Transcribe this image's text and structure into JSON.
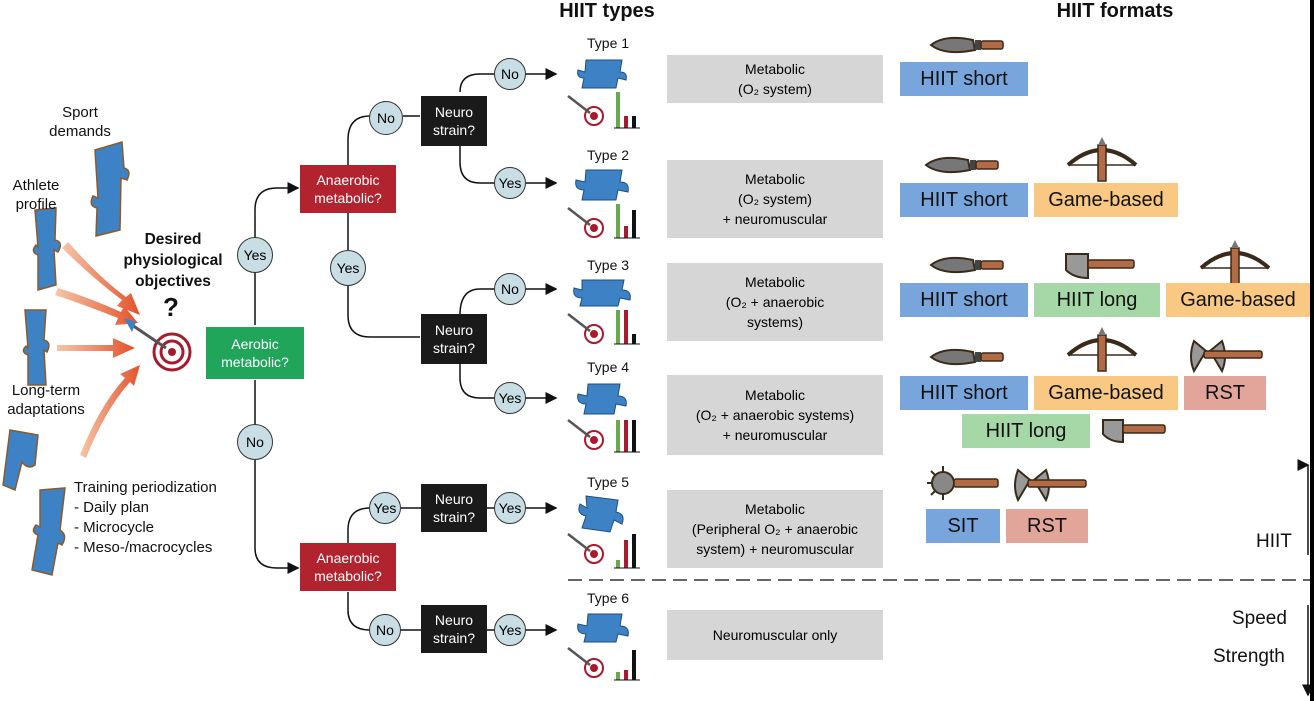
{
  "headers": {
    "hiit_types": "HIIT types",
    "hiit_formats": "HIIT formats"
  },
  "left": {
    "sport_demands": "Sport\ndemands",
    "athlete_profile": "Athlete\nprofile",
    "long_term": "Long-term\nadaptations",
    "objectives": "Desired\nphysiological\nobjectives",
    "question_mark": "?",
    "periodization": [
      "Training periodization",
      "- Daily plan",
      "- Microcycle",
      "- Meso-/macrocycles"
    ]
  },
  "decision": {
    "aerobic": "Aerobic\nmetabolic?",
    "anaerobic_top": "Anaerobic\nmetabolic?",
    "anaerobic_bottom": "Anaerobic\nmetabolic?",
    "neuro_strain": "Neuro\nstrain?",
    "yes": "Yes",
    "no": "No"
  },
  "types": [
    {
      "label": "Type 1",
      "description": "Metabolic\n(O₂ system)"
    },
    {
      "label": "Type 2",
      "description": "Metabolic\n(O₂ system)\n+ neuromuscular"
    },
    {
      "label": "Type 3",
      "description": "Metabolic\n(O₂ + anaerobic\nsystems)"
    },
    {
      "label": "Type 4",
      "description": "Metabolic\n(O₂ + anaerobic systems)\n+ neuromuscular"
    },
    {
      "label": "Type 5",
      "description": "Metabolic\n(Peripheral O₂ + anaerobic\nsystem) + neuromuscular"
    },
    {
      "label": "Type 6",
      "description": "Neuromuscular only"
    }
  ],
  "formats": {
    "hiit_short": "HIIT short",
    "hiit_long": "HIIT long",
    "game_based": "Game-based",
    "rst": "RST",
    "sit": "SIT"
  },
  "axis": {
    "hiit": "HIIT",
    "speed": "Speed",
    "strength": "Strength"
  },
  "colors": {
    "red": "#b0232f",
    "green": "#20a55a",
    "black": "#1a1a1a",
    "circle": "#c8dde4",
    "gray_box": "#d6d6d6",
    "blue": "#78a6dc",
    "orange": "#f9c983",
    "light_green": "#a5d8a6",
    "pink": "#e2a59a",
    "puzzle": "#3e82c6",
    "bar_green": "#6aa84f",
    "bar_red": "#a61c2e",
    "bar_black": "#111111"
  },
  "icons": [
    "puzzle-icon",
    "dart-target-icon",
    "bar-chart-icon",
    "knife-icon",
    "crossbow-icon",
    "axe-icon",
    "double-axe-icon",
    "mace-icon",
    "arrow-icon"
  ]
}
